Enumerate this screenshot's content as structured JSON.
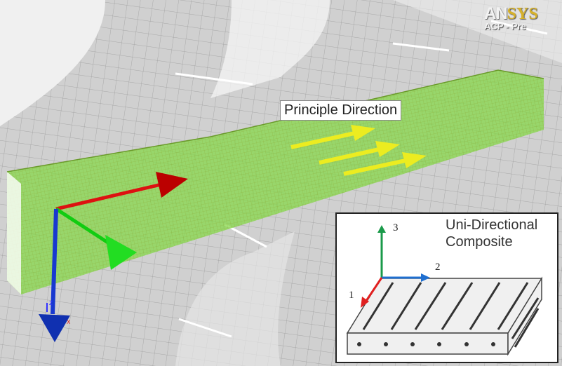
{
  "branding": {
    "logo_part1": "AN",
    "logo_part2": "SYS",
    "product": "ACP - Pre"
  },
  "annotation": {
    "principle_direction": "Principle Direction"
  },
  "inset": {
    "title_line1": "Uni-Directional",
    "title_line2": "Composite",
    "axis_labels": {
      "axis1": "1",
      "axis2": "2",
      "axis3": "3"
    }
  },
  "triad": {
    "z_label": "Z",
    "x_label": "X"
  },
  "colors": {
    "beam": "#7fd13b",
    "axis_red": "#d11",
    "axis_green": "#1c1",
    "axis_blue": "#1030c0",
    "fiber_arrow": "#e8e81a"
  }
}
